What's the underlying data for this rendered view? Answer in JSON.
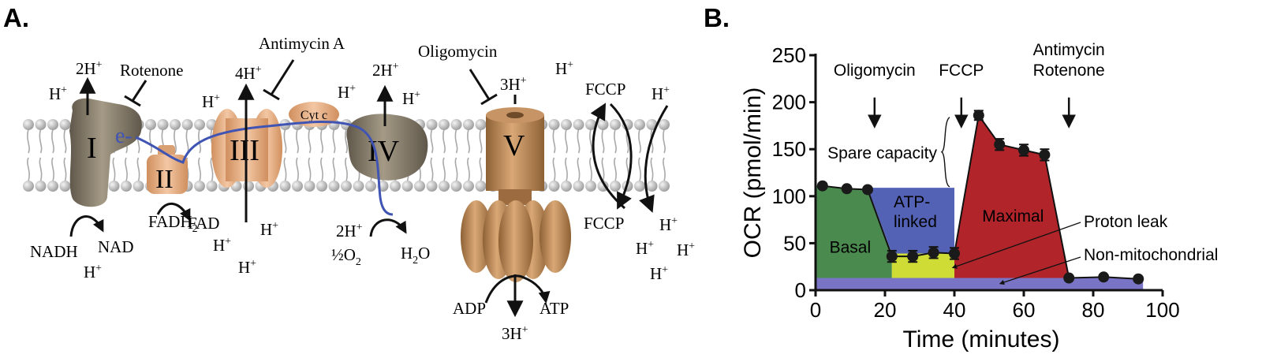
{
  "panel_a": {
    "panel_label": "A.",
    "complex_labels": [
      "I",
      "II",
      "III",
      "IV",
      "V"
    ],
    "electron": "e-",
    "cyt_c": "Cyt c",
    "inhibitors": {
      "rotenone": "Rotenone",
      "antimycin": "Antimycin A",
      "oligomycin": "Oligomycin"
    },
    "fccp_top": "FCCP",
    "fccp_bottom": "FCCP",
    "pump_2h_i": "2H",
    "pump_4h": "4H",
    "pump_2h_iv": "2H",
    "pump_3h_v": "3H",
    "pump_3h_bottom": "3H",
    "h": "H",
    "plus": "+",
    "nadh": "NADH",
    "nad": "NAD",
    "fadh": "FADH",
    "fadh_sub": "2",
    "fad": "FAD",
    "half_o2": "½O",
    "o2_sub": "2",
    "h2o_h": "H",
    "h2o_sub": "2",
    "h2o_o": "O",
    "adp": "ADP",
    "atp": "ATP",
    "colors": {
      "complex_grey": "#7d7463",
      "complex_tan": "#e0a578",
      "complex_v": "#b58253",
      "membrane_head": "#b4b4b4",
      "electron_path": "#4054b4"
    },
    "icons": [
      "phospholipid-bilayer-icon",
      "electron-path-icon",
      "inhibition-bar-icon"
    ]
  },
  "panel_b": {
    "panel_label": "B.",
    "annotations": {
      "oligomycin": "Oligomycin",
      "fccp": "FCCP",
      "antimycin": "Antimycin",
      "rotenone": "Rotenone",
      "spare_capacity": "Spare capacity",
      "atp_linked_1": "ATP-",
      "atp_linked_2": "linked",
      "basal": "Basal",
      "maximal": "Maximal",
      "proton_leak": "Proton leak",
      "non_mito": "Non-mitochondrial"
    },
    "colors": {
      "basal": "#4a8a4e",
      "atp_linked": "#5462b6",
      "maximal": "#b0242a",
      "proton_leak": "#cfdc36",
      "non_mito": "#7a74c6",
      "points": "#1a1a1a"
    }
  },
  "chart_data": {
    "type": "line",
    "xlabel": "Time (minutes)",
    "ylabel": "OCR (pmol/min)",
    "xlim": [
      0,
      100
    ],
    "ylim": [
      0,
      250
    ],
    "x_ticks": [
      0,
      20,
      40,
      60,
      80,
      100
    ],
    "y_ticks": [
      0,
      50,
      100,
      150,
      200,
      250
    ],
    "grid": false,
    "series": [
      {
        "x": [
          2,
          9,
          15,
          22,
          28,
          34,
          40,
          47,
          53,
          60,
          66,
          73,
          83,
          93
        ],
        "y": [
          111,
          108,
          107,
          36,
          36,
          40,
          39,
          186,
          155,
          149,
          144,
          13,
          14,
          12
        ],
        "error": [
          0,
          0,
          0,
          6,
          6,
          6,
          6,
          5,
          6,
          6,
          6,
          2,
          0,
          0
        ]
      }
    ],
    "injection_times": [
      17,
      42,
      73
    ],
    "regions": {
      "non_mitochondrial": 13,
      "proton_leak": 39,
      "basal": 109,
      "maximal_peak": 186
    }
  }
}
